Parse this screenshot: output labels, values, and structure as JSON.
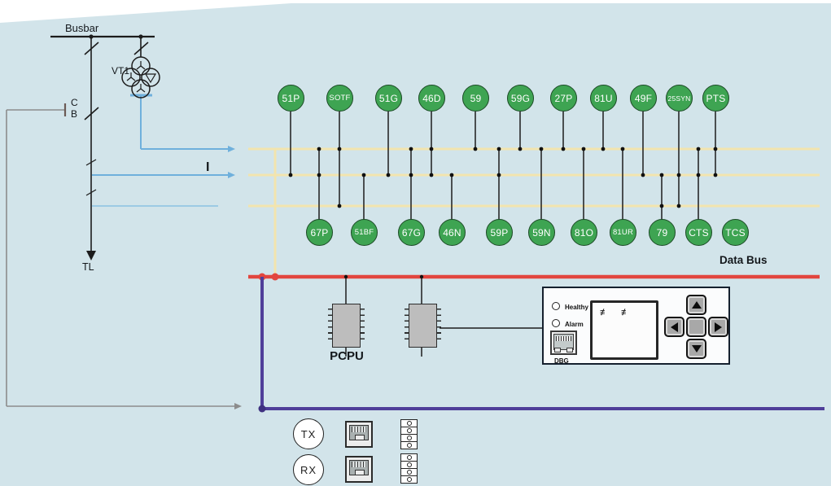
{
  "labels": {
    "busbar": "Busbar",
    "vt": "VT1",
    "cb_top": "C",
    "cb_bottom": "B",
    "current": "I",
    "line_terminal": "TL",
    "data_bus": "Data Bus",
    "pcpu": "PCPU",
    "healthy": "Healthy",
    "alarm": "Alarm",
    "dbg": "DBG",
    "tx": "TX",
    "rx": "RX"
  },
  "relay_functions": {
    "top_row": [
      "51P",
      "SOTF",
      "51G",
      "46D",
      "59",
      "59G",
      "27P",
      "81U",
      "49F",
      "25SYN",
      "PTS"
    ],
    "bottom_row": [
      "67P",
      "51BF",
      "67G",
      "46N",
      "59P",
      "59N",
      "81O",
      "81UR",
      "79",
      "CTS",
      "TCS"
    ]
  },
  "panel": {
    "display_marks": "≢ ≢"
  },
  "colors": {
    "background": "#d2e4ea",
    "relay_green": "#3ea452",
    "relay_border": "#1c4a26",
    "bus_yellow": "#f2e4ae",
    "data_bus_red": "#e2453e",
    "io_bus_purple": "#4f3e99",
    "signal_blue": "#6fb0dc",
    "signal_blue_light": "#93c5e3",
    "loop_gray": "#8c8c8c",
    "line_black": "#1c1c1c"
  }
}
